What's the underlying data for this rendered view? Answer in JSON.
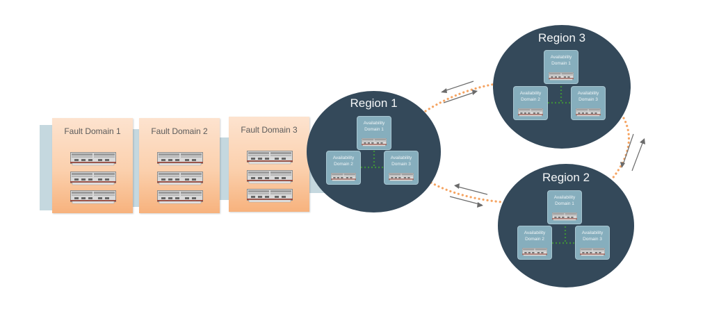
{
  "diagram": {
    "fault_domains": [
      {
        "label": "Fault Domain 1",
        "servers": 3
      },
      {
        "label": "Fault Domain 2",
        "servers": 3
      },
      {
        "label": "Fault Domain 3",
        "servers": 3
      }
    ],
    "regions": [
      {
        "label": "Region 1",
        "availability_domains": [
          "Availability\nDomain  1",
          "Availability\nDomain  2",
          "Availability\nDomain  3"
        ]
      },
      {
        "label": "Region 3",
        "availability_domains": [
          "Availability\nDomain  1",
          "Availability\nDomain  2",
          "Availability\nDomain  3"
        ]
      },
      {
        "label": "Region 2",
        "availability_domains": [
          "Availability\nDomain  1",
          "Availability\nDomain  2",
          "Availability\nDomain  3"
        ]
      }
    ],
    "connections": [
      {
        "from": "Region 1",
        "to": "Region 3",
        "style": "dotted",
        "bidirectional": true
      },
      {
        "from": "Region 3",
        "to": "Region 2",
        "style": "dotted",
        "bidirectional": true
      },
      {
        "from": "Region 1",
        "to": "Region 2",
        "style": "dotted",
        "bidirectional": true
      }
    ],
    "colors": {
      "region_fill": "#34495a",
      "ad_fill": "#86aebd",
      "fault_domain_top": "#fde3cf",
      "fault_domain_bottom": "#f7b27d",
      "backdrop": "#c5d8df",
      "link_dots": "#f5a462",
      "ad_link_dots": "#3f8f3a",
      "arrow": "#6b6b6b"
    }
  }
}
